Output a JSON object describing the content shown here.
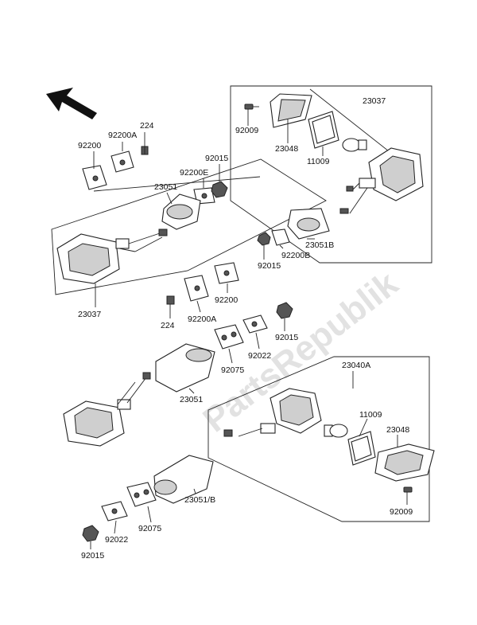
{
  "watermark": "PartsRepublik",
  "labels": {
    "l23037_top": "23037",
    "l92009_top": "92009",
    "l23048_top": "23048",
    "l11009_top": "11009",
    "l224_top": "224",
    "l92200A_top": "92200A",
    "l92200_top": "92200",
    "l92015_top": "92015",
    "l92200E": "92200E",
    "l23051_top": "23051",
    "l23037_left": "23037",
    "l23051B_top": "23051B",
    "l92015_mid": "92015",
    "l92200B": "92200B",
    "l92200_mid": "92200",
    "l224_mid": "224",
    "l92200A_mid": "92200A",
    "l92015_mid2": "92015",
    "l92022_mid": "92022",
    "l92075_mid": "92075",
    "l23051_mid": "23051",
    "l23040A": "23040A",
    "l11009_bot": "11009",
    "l23048_bot": "23048",
    "l92009_bot": "92009",
    "l23051slashB": "23051/B",
    "l92075_bot": "92075",
    "l92022_bot": "92022",
    "l92015_bot": "92015"
  }
}
